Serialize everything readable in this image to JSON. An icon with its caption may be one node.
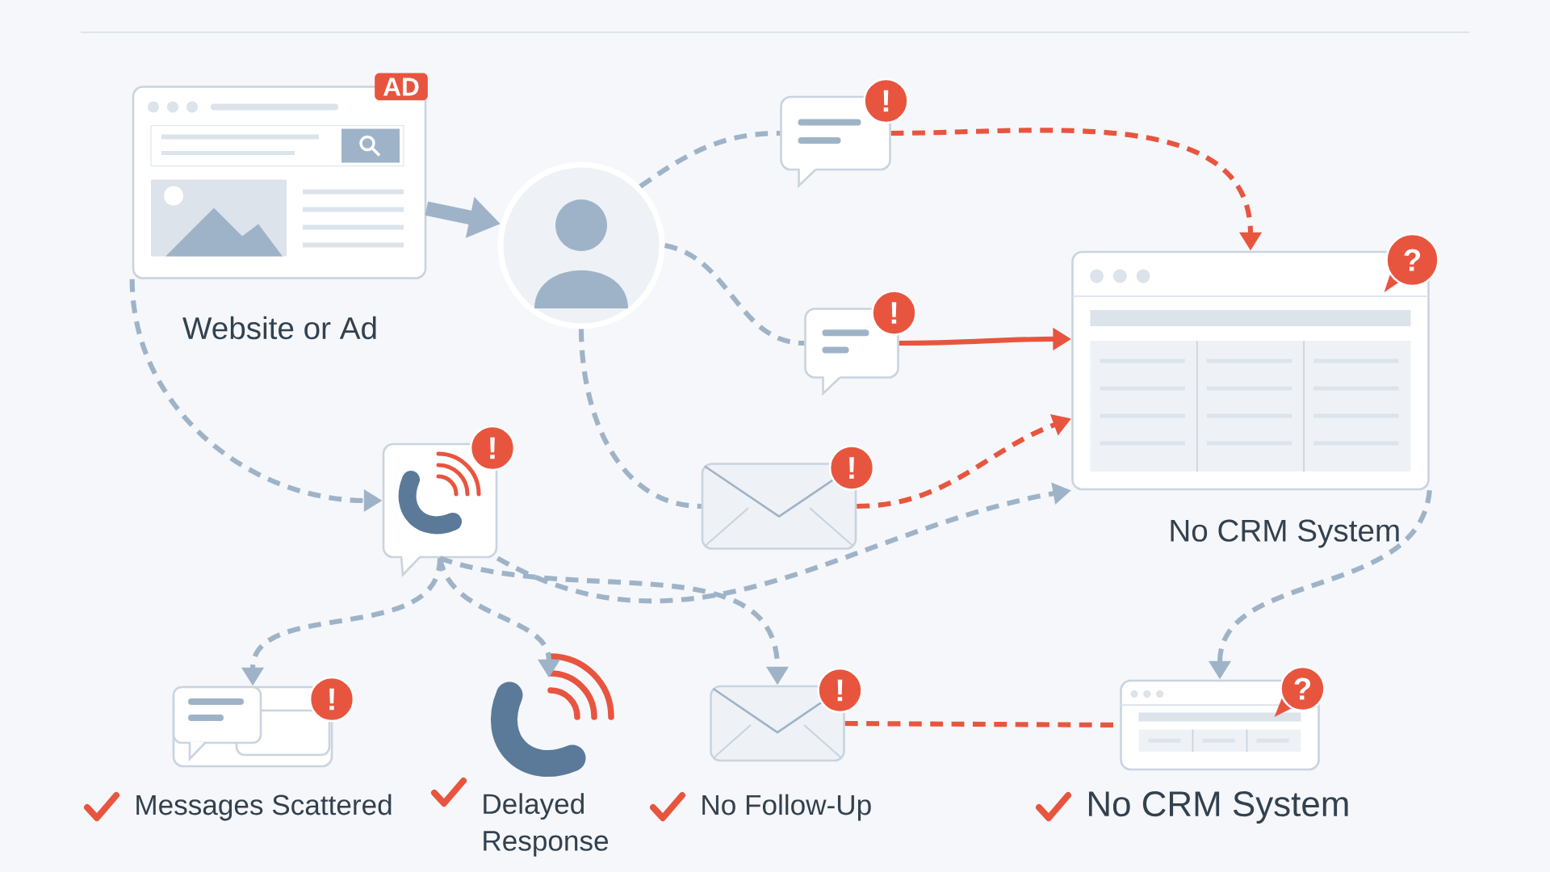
{
  "diagram": {
    "nodes": [
      {
        "text": [
          "AD"
        ],
        "beside": [
          "Website or Ad"
        ]
      },
      {
        "text": [],
        "shape": "person"
      },
      {
        "text": [
          "!"
        ]
      },
      {
        "text": [
          "!"
        ]
      },
      {
        "text": [
          "?"
        ],
        "beside": [
          "No CRM System"
        ]
      },
      {
        "text": [
          "!"
        ]
      },
      {
        "text": [
          "!"
        ]
      },
      {
        "text": [
          "!"
        ],
        "beside": [
          "Messages Scattered"
        ]
      },
      {
        "text": [],
        "shape": "picture",
        "beside": [
          "Delayed Response"
        ]
      },
      {
        "text": [
          "!"
        ],
        "beside": [
          "No Follow-Up"
        ]
      },
      {
        "text": [
          "?"
        ],
        "beside": [
          "No CRM System"
        ]
      }
    ],
    "edges": [
      {
        "from": 0,
        "to": 1,
        "arrow": "to",
        "style": "thick"
      },
      {
        "from": 0,
        "to": 5,
        "arrow": "to",
        "style": "dashed"
      },
      {
        "from": 1,
        "to": 2,
        "arrow": "none",
        "style": "dashed"
      },
      {
        "from": 2,
        "to": 4,
        "arrow": "to",
        "style": "dashed",
        "color": "#e8553f"
      },
      {
        "from": 1,
        "to": 3,
        "arrow": "none",
        "style": "dashed"
      },
      {
        "from": 3,
        "to": 4,
        "arrow": "to",
        "color": "#e8553f"
      },
      {
        "from": 1,
        "to": 6,
        "arrow": "none",
        "style": "dashed"
      },
      {
        "from": 6,
        "to": 4,
        "arrow": "to",
        "style": "dashed",
        "color": "#e8553f"
      },
      {
        "from": 5,
        "to": 7,
        "arrow": "to",
        "style": "dashed"
      },
      {
        "from": 5,
        "to": 8,
        "arrow": "to",
        "style": "dashed"
      },
      {
        "from": 5,
        "to": 9,
        "arrow": "to",
        "style": "dashed"
      },
      {
        "from": 5,
        "to": 4,
        "arrow": "to",
        "style": "dashed"
      },
      {
        "from": 4,
        "to": 10,
        "arrow": "to",
        "style": "dashed"
      },
      {
        "from": 9,
        "to": 10,
        "arrow": "none",
        "style": "dashed",
        "color": "#e8553f"
      }
    ]
  }
}
